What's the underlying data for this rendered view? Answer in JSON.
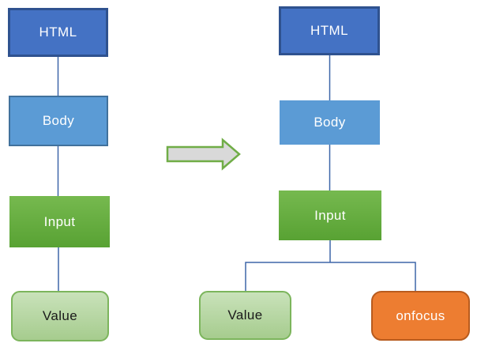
{
  "diagram": {
    "title": "dom-tree-transition-diagram",
    "left_tree": {
      "html_label": "HTML",
      "body_label": "Body",
      "input_label": "Input",
      "value_label": "Value"
    },
    "right_tree": {
      "html_label": "HTML",
      "body_label": "Body",
      "input_label": "Input",
      "value_label": "Value",
      "onfocus_label": "onfocus"
    },
    "colors": {
      "html_fill": "#4472C4",
      "html_border": "#2F528F",
      "body_fill": "#5B9BD5",
      "body_border": "#41719C",
      "input_gradient_top": "#76B94F",
      "input_gradient_bottom": "#58A233",
      "value_fill_top": "#C9E2BA",
      "value_fill_bottom": "#A6CC8E",
      "value_border": "#7CB55C",
      "onfocus_fill": "#ED7D31",
      "onfocus_border": "#B85B1E",
      "connector": "#3E66A8",
      "arrow_fill": "#D9D9D9",
      "arrow_border": "#70AD47"
    }
  }
}
